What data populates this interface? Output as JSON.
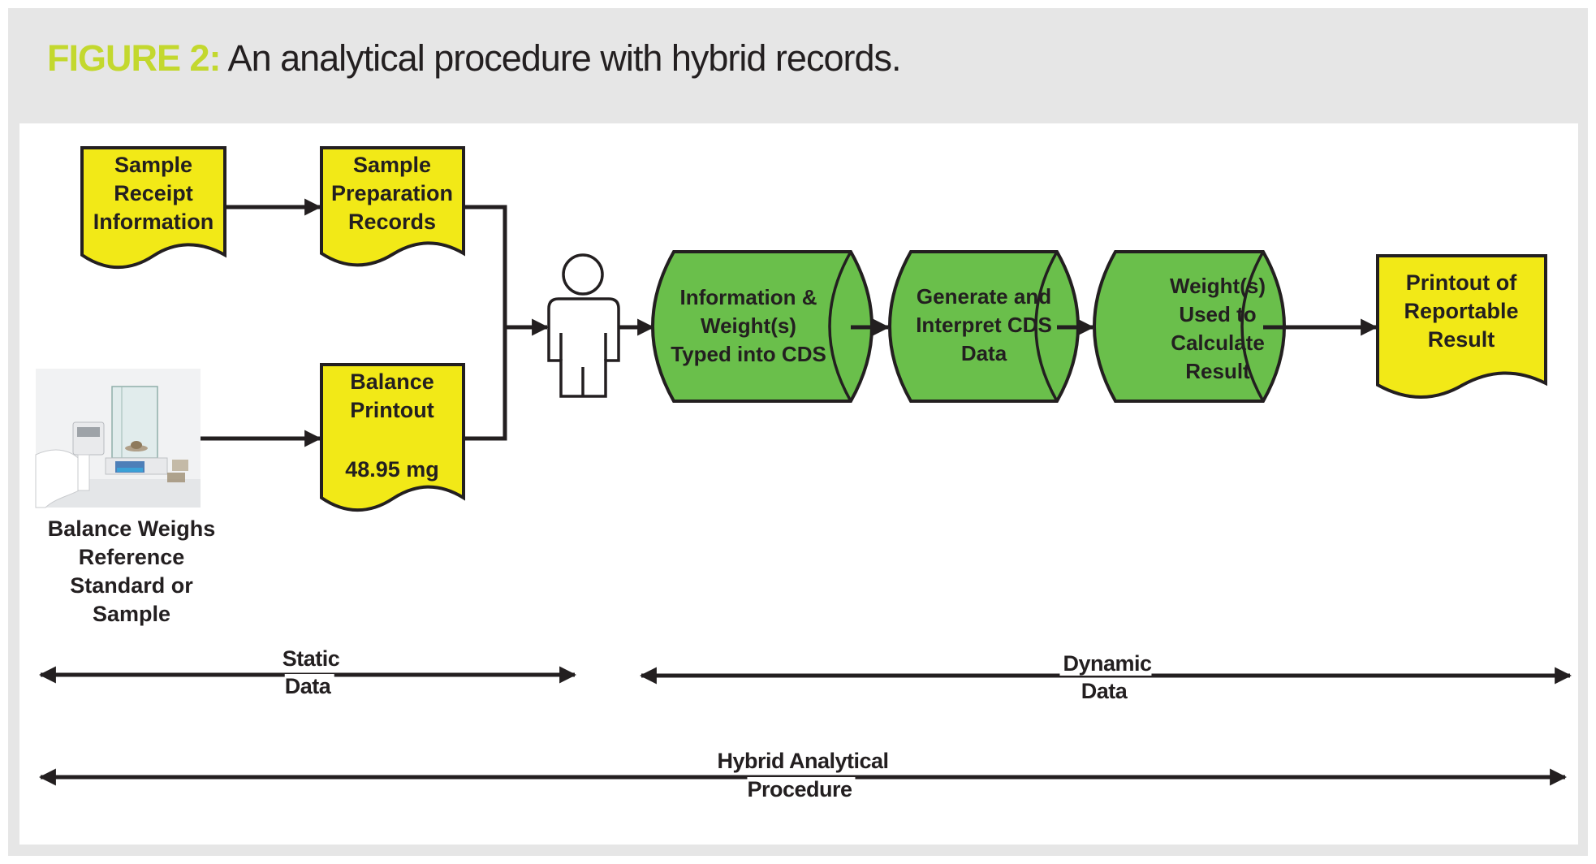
{
  "header": {
    "figure_label": "FIGURE 2:",
    "caption": " An analytical procedure with hybrid records."
  },
  "colors": {
    "accent": "#c3d82e",
    "document_fill": "#f2e917",
    "process_fill": "#6abf4b",
    "frame_gray": "#e6e6e6",
    "ink": "#231f20"
  },
  "nodes": {
    "sample_receipt": "Sample\nReceipt\nInformation",
    "sample_preparation": "Sample\nPreparation\nRecords",
    "balance_printout_title": "Balance\nPrintout",
    "balance_printout_value": "48.95 mg",
    "balance_photo_caption": "Balance Weighs\nReference\nStandard or\nSample",
    "typed_into_cds": "Information &\nWeight(s)\nTyped into CDS",
    "generate_interpret": "Generate and\nInterpret CDS\nData",
    "weights_used": "Weight(s)\nUsed to\nCalculate\nResult",
    "printout_result": "Printout of\nReportable\nResult"
  },
  "spans": {
    "static": "Static\nData",
    "dynamic": "Dynamic\nData",
    "hybrid": "Hybrid Analytical\nProcedure"
  },
  "icons": {
    "person": "person-icon",
    "balance_photo": "analytical-balance-photo"
  }
}
